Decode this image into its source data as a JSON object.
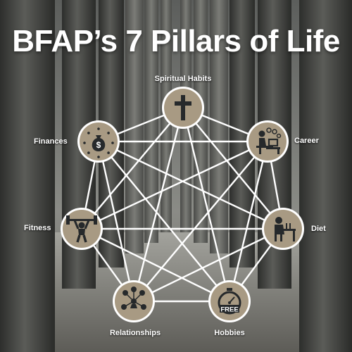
{
  "title": "BFAP’s 7 Pillars of Life",
  "pillars": [
    {
      "label": "Spiritual Habits",
      "icon": "cross-icon"
    },
    {
      "label": "Career",
      "icon": "person-at-desk-icon"
    },
    {
      "label": "Diet",
      "icon": "person-eating-icon"
    },
    {
      "label": "Hobbies",
      "icon": "stopwatch-free-icon",
      "icon_text": "FREE"
    },
    {
      "label": "Relationships",
      "icon": "people-network-icon"
    },
    {
      "label": "Fitness",
      "icon": "weightlifter-icon"
    },
    {
      "label": "Finances",
      "icon": "money-bag-icon"
    }
  ],
  "colors": {
    "node_fill": "#a89a83",
    "node_border": "#ffffff",
    "icon": "#26292b",
    "lines": "#ffffff",
    "text": "#ffffff"
  }
}
